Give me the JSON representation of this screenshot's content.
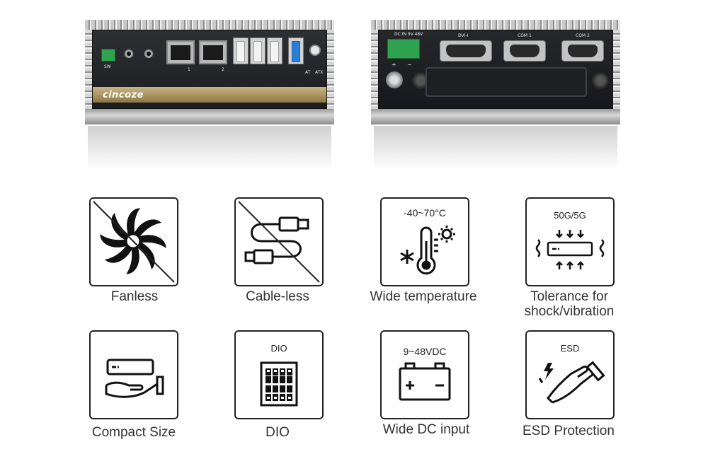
{
  "front_panel": {
    "brand": "cincoze",
    "labels": {
      "sw": "SW",
      "lan1": "1",
      "lan2": "2",
      "at": "AT",
      "atx": "ATX"
    }
  },
  "rear_panel": {
    "labels": {
      "dc_in": "DC IN  9V-48V",
      "dvi": "DVI-I",
      "com1": "COM 1",
      "com2": "COM 2",
      "plus": "+",
      "minus": "−"
    }
  },
  "features": [
    {
      "caption": "Fanless",
      "icon": "fan-crossed-icon"
    },
    {
      "caption": "Cable-less",
      "icon": "cable-crossed-icon"
    },
    {
      "caption": "Wide temperature",
      "icon": "thermometer-icon",
      "tile_text": "-40~70°C"
    },
    {
      "caption": "Tolerance for shock/vibration",
      "icon": "shock-vibration-icon",
      "tile_text": "50G/5G"
    },
    {
      "caption": "Compact Size",
      "icon": "hand-device-icon"
    },
    {
      "caption": "DIO",
      "icon": "dio-connector-icon",
      "tile_text": "DIO"
    },
    {
      "caption": "Wide DC input",
      "icon": "battery-icon",
      "tile_text": "9~48VDC"
    },
    {
      "caption": "ESD Protection",
      "icon": "hand-esd-icon",
      "tile_text": "ESD"
    }
  ],
  "colors": {
    "tile_border": "#222222",
    "caption_text": "#333333",
    "gold_band": "#a68f5c",
    "terminal_green": "#2fa34f",
    "usb3_blue": "#2a7fd4"
  }
}
